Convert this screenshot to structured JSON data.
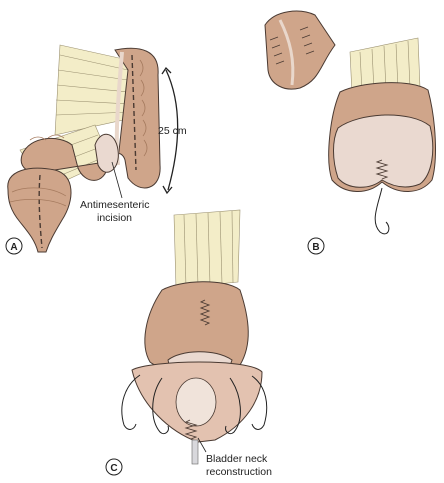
{
  "panels": {
    "a": {
      "label": "A"
    },
    "b": {
      "label": "B"
    },
    "c": {
      "label": "C"
    }
  },
  "annotations": {
    "length": "25 cm",
    "incision_line1": "Antimesenteric",
    "incision_line2": "incision",
    "bladder_line1": "Bladder neck",
    "bladder_line2": "reconstruction"
  },
  "colors": {
    "tissue": "#cfa58a",
    "tissue_dark": "#a57a5e",
    "mucosa": "#ead9d0",
    "mesentery": "#f3edc8",
    "outline": "#4a3a32"
  }
}
